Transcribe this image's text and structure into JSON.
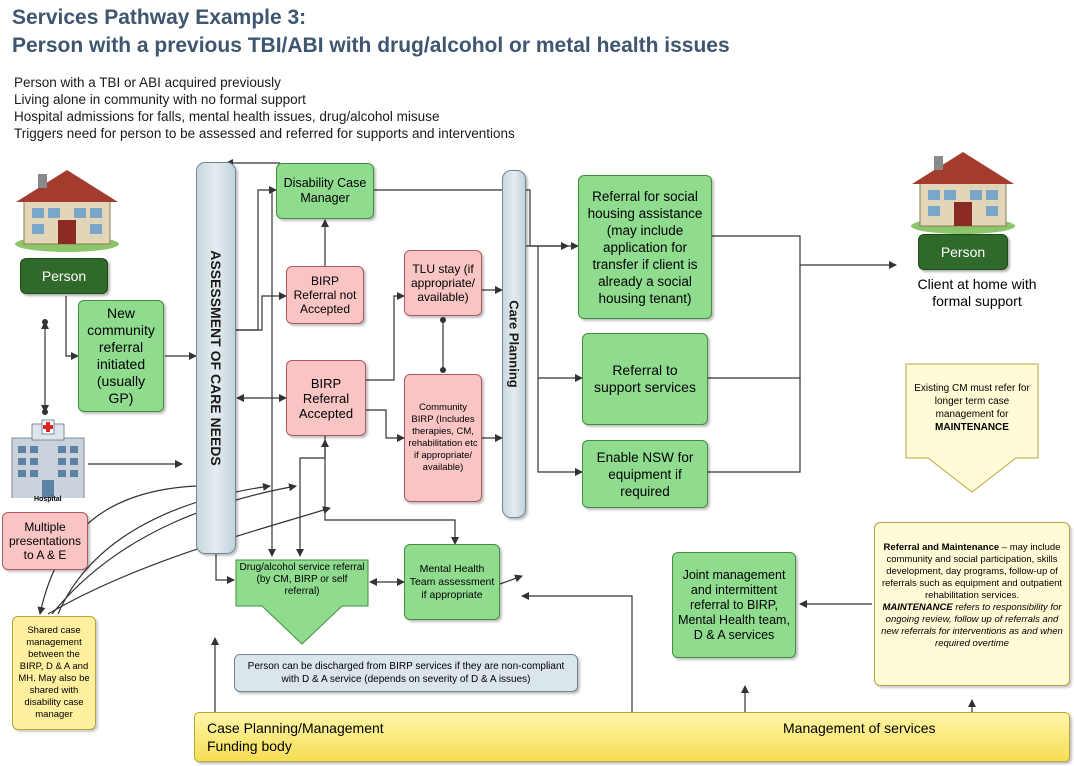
{
  "title": {
    "line1": "Services Pathway Example 3:",
    "line2": "Person with a previous TBI/ABI with drug/alcohol or metal health issues"
  },
  "intro": [
    "Person with a TBI or ABI acquired previously",
    "Living alone in community with no formal support",
    "Hospital admissions for falls, mental health issues, drug/alcohol misuse",
    "Triggers need for person to be assessed and referred for supports and interventions"
  ],
  "nodes": {
    "person_left": "Person",
    "hospital_label": "Hospital",
    "multiple_presentations": "Multiple presentations to A & E",
    "new_referral": "New community referral initiated (usually GP)",
    "assessment": "ASSESSMENT OF CARE NEEDS",
    "disability_cm": "Disability Case Manager",
    "birp_not_accepted": "BIRP Referral not Accepted",
    "birp_accepted": "BIRP Referral Accepted",
    "tlu_stay": "TLU stay (if appropriate/ available)",
    "community_birp": "Community BIRP (Includes therapies, CM, rehabilitation etc if appropriate/ available)",
    "care_planning": "Care Planning",
    "social_housing": "Referral for social housing assistance (may include application for transfer if client is already a social housing tenant)",
    "support_services": "Referral to support services",
    "enable_nsw": "Enable NSW for equipment if required",
    "person_right": "Person",
    "client_home": "Client at home with formal support",
    "existing_cm_text": "Existing CM must refer for longer term case management for",
    "existing_cm_bold": "MAINTENANCE",
    "drug_alcohol": "Drug/alcohol service referral (by CM, BIRP or self referral)",
    "mental_health": "Mental Health Team assessment if appropriate",
    "discharge_note": "Person can be discharged from BIRP services if they are non-compliant with D & A service (depends on severity of D & A issues)",
    "shared_cm": "Shared case management between the BIRP, D & A and MH. May also be shared with disability case manager",
    "joint_management": "Joint management and intermittent referral to BIRP, Mental Health team, D & A services",
    "rm_title": "Referral and Maintenance",
    "rm_text": " – may include community and social participation, skills development, day programs, follow-up of referrals such as equipment and outpatient rehabilitation services.",
    "rm_maint_title": "MAINTENANCE",
    "rm_maint_text": " refers to responsibility for ongoing review, follow up of referrals and new referrals for interventions as and when required overtime",
    "footer_left_1": "Case Planning/Management",
    "footer_left_2": "Funding body",
    "footer_right": "Management of services"
  },
  "colors": {
    "title": "#3e5670",
    "green_box": "#8fdc8f",
    "pink_box": "#f8c4c4",
    "dark_green": "#2f6a2a",
    "yellow": "#fff0a0",
    "light_yellow": "#fffbd6",
    "blue_grey": "#dbe6ec"
  },
  "icons": [
    "house-icon",
    "hospital-icon"
  ]
}
